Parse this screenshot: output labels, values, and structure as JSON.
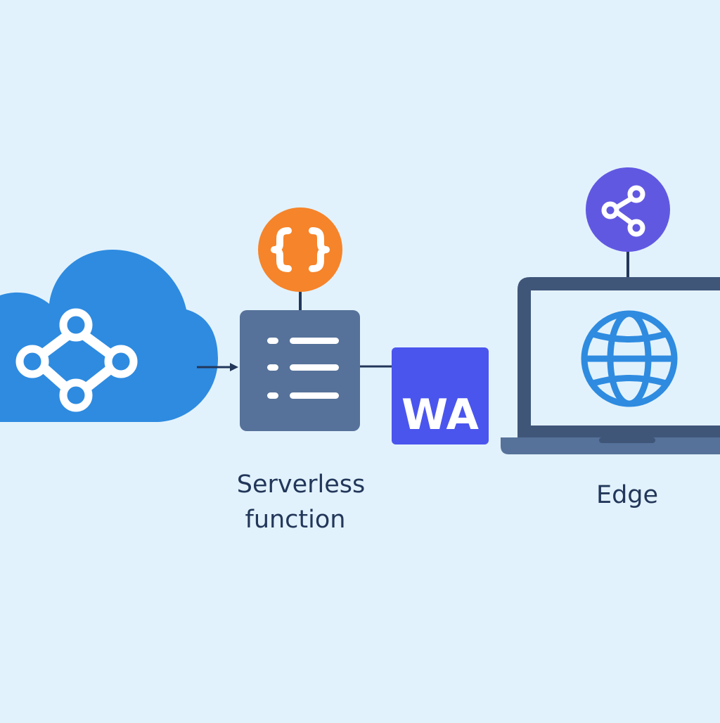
{
  "diagram": {
    "serverless": {
      "label_line1": "Serverless",
      "label_line2": "function"
    },
    "wasm_badge": {
      "text": "WA"
    },
    "edge": {
      "label": "Edge"
    },
    "icons": {
      "cloud": "cloud-network-icon",
      "code": "code-braces-icon",
      "server": "server-list-icon",
      "wasm": "webassembly-icon",
      "share": "share-icon",
      "laptop": "laptop-icon",
      "globe": "globe-icon"
    },
    "colors": {
      "background": "#e2f2fc",
      "cloud_blue": "#2e8be0",
      "navy": "#22375a",
      "server_slate": "#56729a",
      "code_orange": "#f6842a",
      "wasm_indigo": "#4a55ee",
      "share_purple": "#6158e2",
      "laptop_dark": "#3f5679",
      "globe_blue": "#2e8be0"
    }
  }
}
